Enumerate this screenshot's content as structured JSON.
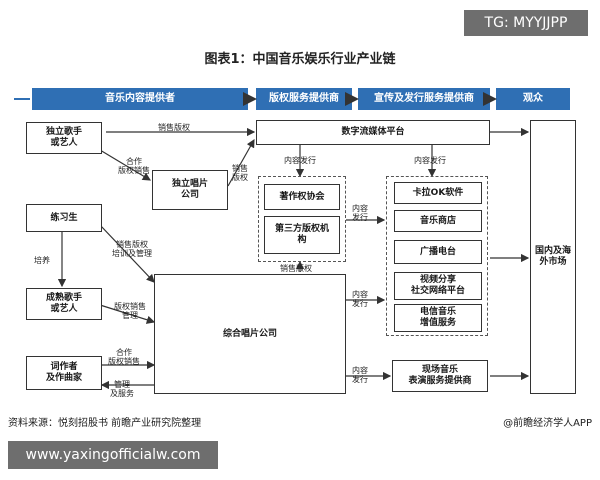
{
  "badge_top": "TG: MYYJJPP",
  "title": "图表1：中国音乐娱乐行业产业链",
  "stages": [
    "音乐内容提供者",
    "版权服务提供商",
    "宣传及发行服务提供商",
    "观众"
  ],
  "boxes": {
    "indie_artist": "独立歌手\n或艺人",
    "trainee": "练习生",
    "mature_artist": "成熟歌手\n或艺人",
    "lyricist": "词作者\n及作曲家",
    "indie_label": "独立唱片\n公司",
    "integrated_label": "综合唱片公司",
    "copyright_assoc": "著作权协会",
    "third_party": "第三方版权机\n构",
    "streaming": "数字流媒体平台",
    "ktv": "卡拉OK软件",
    "music_store": "音乐商店",
    "radio": "广播电台",
    "video_social": "视频分享\n社交网络平台",
    "telecom": "电信音乐\n增值服务",
    "live": "现场音乐\n表演服务提供商",
    "market": "国内及海\n外市场"
  },
  "labels": {
    "sell_rights_top": "销售版权",
    "coop_sell": "合作\n版权销售",
    "sell_rights_indie": "销售\n版权",
    "content_release_1": "内容发行",
    "content_release_2": "内容发行",
    "content_release_left": "内容\n发行",
    "sell_rights_mid": "销售版权",
    "training": "培养",
    "sell_rights_train": "销售版权\n培训及管理",
    "sell_rights_mgmt": "版权销售\n管理",
    "coop_sell_lyric": "合作\n版权销售",
    "mgmt_service": "管理\n及服务",
    "content_release_3": "内容\n发行",
    "content_release_4": "内容\n发行"
  },
  "footer": {
    "source": "资料来源：悦刻招股书 前瞻产业研究院整理",
    "credit": "@前瞻经济学人APP",
    "url_badge": "www.yaxingofficialw.com"
  }
}
